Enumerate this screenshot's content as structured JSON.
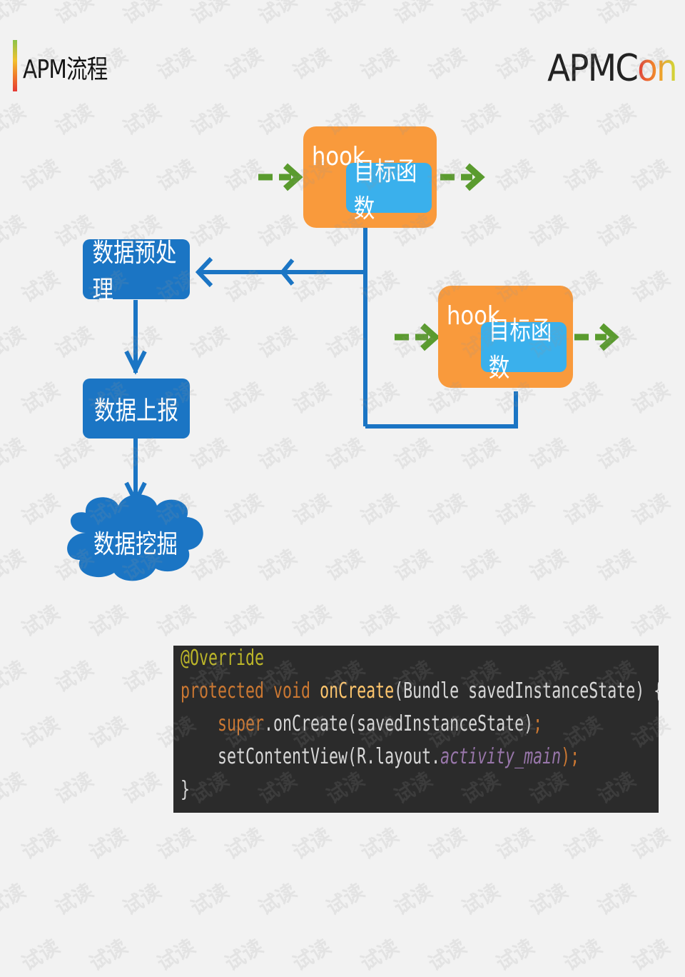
{
  "header": {
    "title": "APM流程",
    "logo_main": "APMC",
    "logo_accent": "on"
  },
  "diagram": {
    "hook_blocks": [
      {
        "hook_label": "hook",
        "target_label": "目标函数"
      },
      {
        "hook_label": "hook",
        "target_label": "目标函数"
      }
    ],
    "steps": [
      {
        "label": "数据预处理"
      },
      {
        "label": "数据上报"
      },
      {
        "label": "数据挖掘"
      }
    ],
    "colors": {
      "hook_orange": "#f99a3c",
      "target_blue": "#3ab0ec",
      "process_blue": "#1b75c4",
      "dashed_arrow_green": "#5a9b2e"
    }
  },
  "code": {
    "line1": "@Override",
    "line2_kw": "protected void ",
    "line2_fn": "onCreate",
    "line2_rest": "(Bundle savedInstanceState) {",
    "line3_kw": "super",
    "line3_rest": ".onCreate(savedInstanceState)",
    "line3_end": ";",
    "line4_start": "setContentView(R.layout.",
    "line4_field": "activity_main",
    "line4_end": ");",
    "line5": "}"
  },
  "watermark": {
    "text": "试读"
  }
}
